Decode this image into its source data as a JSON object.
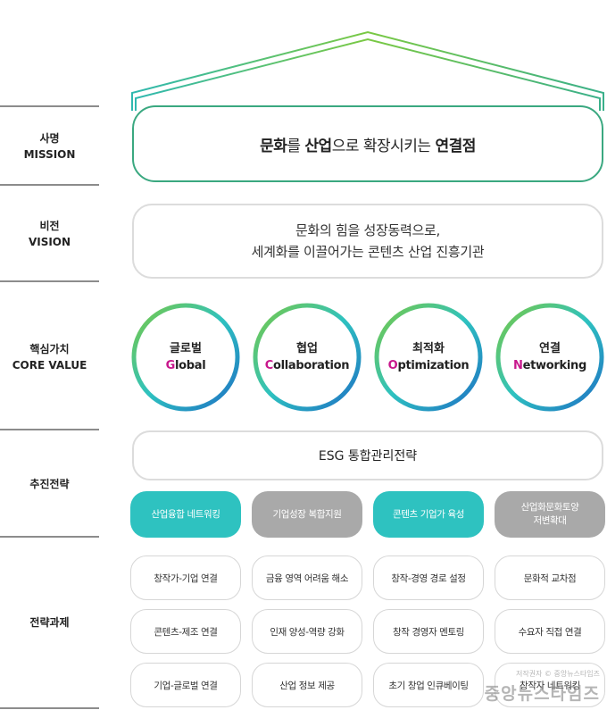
{
  "rows": {
    "mission": {
      "ko": "사명",
      "en": "MISSION"
    },
    "vision": {
      "ko": "비전",
      "en": "VISION"
    },
    "core_value": {
      "ko": "핵심가치",
      "en": "CORE VALUE"
    },
    "strategy": {
      "ko": "추진전략"
    },
    "tasks": {
      "ko": "전략과제"
    }
  },
  "mission": {
    "part1": "문화",
    "part2": "를 ",
    "part3": "산업",
    "part4": "으로 확장시키는 ",
    "part5": "연결점"
  },
  "vision": {
    "line1": "문화의 힘을 성장동력으로,",
    "line2": "세계화를 이끌어가는 콘텐츠 산업 진흥기관"
  },
  "core_values": [
    {
      "ko": "글로벌",
      "initial": "G",
      "rest": "lobal"
    },
    {
      "ko": "협업",
      "initial": "C",
      "rest": "ollaboration"
    },
    {
      "ko": "최적화",
      "initial": "O",
      "rest": "ptimization"
    },
    {
      "ko": "연결",
      "initial": "N",
      "rest": "etworking"
    }
  ],
  "esg": "ESG 통합관리전략",
  "strategies": [
    {
      "line1": "산업융합 네트워킹",
      "line2": "",
      "color": "#2ec2c0"
    },
    {
      "line1": "기업성장 복합지원",
      "line2": "",
      "color": "#a9a9a9"
    },
    {
      "line1": "콘텐츠 기업가 육성",
      "line2": "",
      "color": "#2ec2c0"
    },
    {
      "line1": "산업화문화토양",
      "line2": "저변확대",
      "color": "#a9a9a9"
    }
  ],
  "tasks": [
    [
      "창작가-기업 연결",
      "콘텐츠-제조 연결",
      "기업-글로벌 연결"
    ],
    [
      "금융 영역 어려움 해소",
      "인재 양성-역량 강화",
      "산업 정보 제공"
    ],
    [
      "창작-경영 경로 설정",
      "창작 경영자 멘토링",
      "초기 창업 인큐베이팅"
    ],
    [
      "문화적 교차점",
      "수요자 직접 연결",
      "창작자 네트워킹"
    ]
  ],
  "watermark": {
    "main": "중앙뉴스타임즈",
    "sub": "저작권자 © 중앙뉴스타임즈"
  },
  "colors": {
    "green": "#7ac943",
    "teal": "#2ec2c0",
    "blue": "#1e7fc4",
    "gray": "#a9a9a9",
    "accent": "#c8178c"
  }
}
